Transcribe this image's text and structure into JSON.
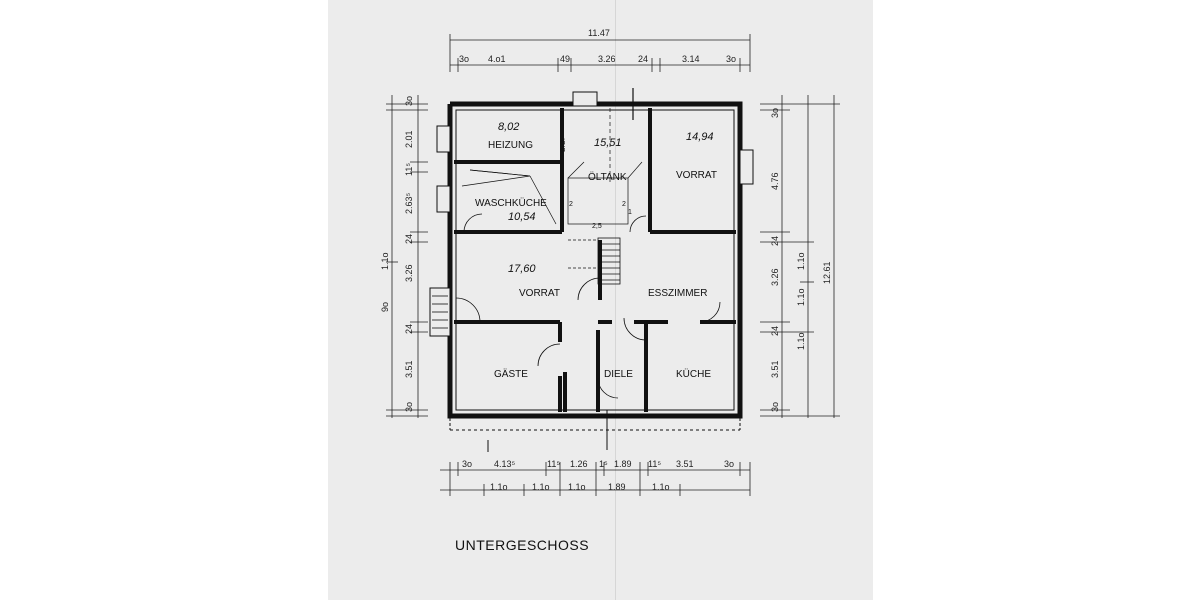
{
  "caption": "UNTERGESCHOSS",
  "rooms": {
    "heizung": "HEIZUNG",
    "oeltank": "ÖLTANK",
    "vorrat_ne": "VORRAT",
    "waschkueche": "WASCHKÜCHE",
    "vorrat_mid": "VORRAT",
    "esszimmer": "ESSZIMMER",
    "gaeste": "GÄSTE",
    "diele": "DIELE",
    "kueche": "KÜCHE"
  },
  "areas": {
    "heizung": "8,02",
    "oeltank": "15,51",
    "vorrat_ne": "14,94",
    "waschkueche": "10,54",
    "vorrat_mid": "17,60"
  },
  "notes": {
    "b_label": "B.O.",
    "n2a": "2",
    "n2b": "2",
    "n25": "2,5",
    "n1": "1"
  },
  "dims_top": {
    "overall": "11.47",
    "d1": "3o",
    "d2": "4.o1",
    "d3": "49",
    "d4": "3.26",
    "d5": "24",
    "d6": "3.14",
    "d7": "3o"
  },
  "dims_bottom_1": {
    "d1": "3o",
    "d2": "4.13⁵",
    "d3": "11⁵",
    "d4": "1.26",
    "d5": "1⁵",
    "d6": "1.89",
    "d7": "11⁵",
    "d8": "3.51",
    "d9": "3o"
  },
  "dims_bottom_2": {
    "d1": "1.1o",
    "d2": "1.1o",
    "d3": "1.1o",
    "d4": "1.89",
    "d5": "1.1o"
  },
  "dims_left": {
    "d1": "3o",
    "d2": "2.01",
    "d3": "11⁵",
    "d4": "2.63⁵",
    "d5": "24",
    "d6": "1.1o",
    "d7": "3.26",
    "d8": "9o",
    "d9": "24",
    "d10": "3.51",
    "d11": "3o"
  },
  "dims_right": {
    "d1": "3o",
    "d2": "4.76",
    "d3": "24",
    "d4": "3.26",
    "d5": "24",
    "d6": "3.51",
    "d7": "3o",
    "e1": "1.1o",
    "e2": "1.1o",
    "e3": "1.1o",
    "overall": "12.61"
  }
}
